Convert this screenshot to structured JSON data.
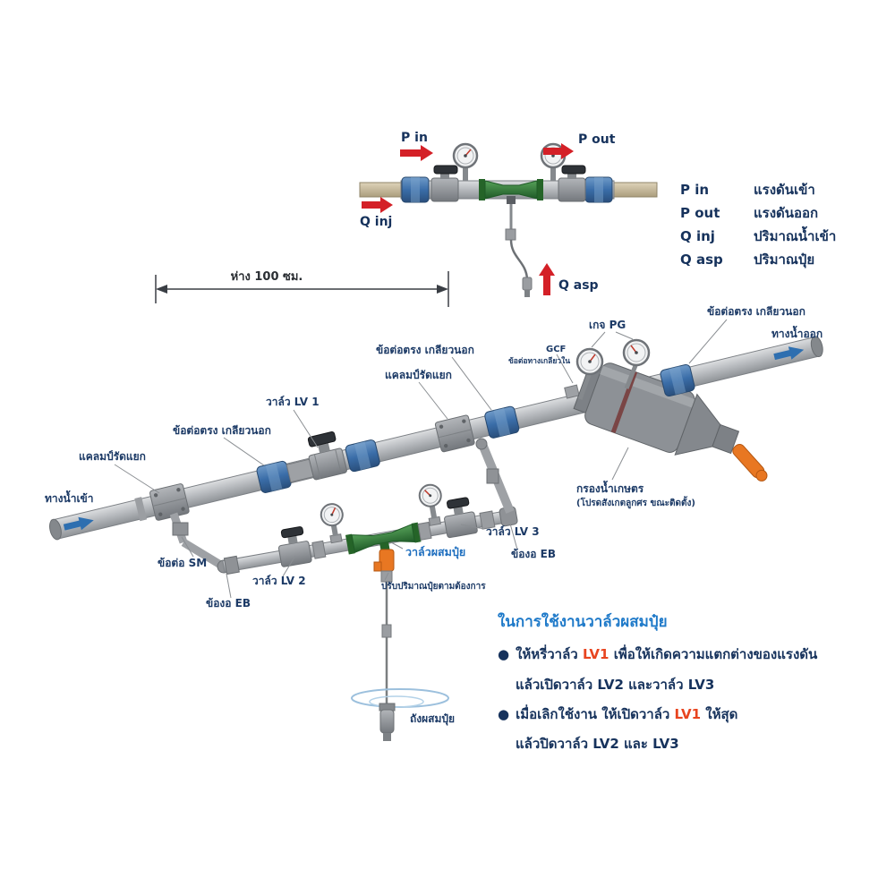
{
  "colors": {
    "navy": "#16325c",
    "label_navy": "#1c3a66",
    "blue_text": "#1f6fbf",
    "heading_blue": "#1f7ac9",
    "red": "#d42027",
    "red_text": "#e8441f",
    "orange": "#e87722",
    "green": "#2f7d36",
    "pipe_gray": "#b4b7bb",
    "fitting_blue": "#3a6da8",
    "flow_arrow_blue": "#2e6fb0"
  },
  "detail": {
    "p_in": "P in",
    "p_out": "P out",
    "q_inj": "Q inj",
    "q_asp": "Q asp"
  },
  "legend": {
    "rows": [
      {
        "sym": "P in",
        "desc": "แรงดันเข้า"
      },
      {
        "sym": "P out",
        "desc": "แรงดันออก"
      },
      {
        "sym": "Q inj",
        "desc": "ปริมาณน้ำเข้า"
      },
      {
        "sym": "Q asp",
        "desc": "ปริมาณปุ๋ย"
      }
    ]
  },
  "dimension": {
    "label": "ห่าง 100 ซม."
  },
  "labels": {
    "water_in": "ทางน้ำเข้า",
    "water_out": "ทางน้ำออก",
    "clamp_left": "แคลมป์รัดแยก",
    "clamp_mid": "แคลมป์รัดแยก",
    "conn_male_1": "ข้อต่อตรง เกลียวนอก",
    "conn_male_2": "ข้อต่อตรง เกลียวนอก",
    "conn_male_3": "ข้อต่อตรง เกลียวนอก",
    "valve_lv1": "วาล์ว LV 1",
    "gauge_pg": "เกจ PG",
    "gcf": "GCF",
    "gcf_sub": "ข้อต่อทางเกลียวใน",
    "filter_line1": "กรองน้ำเกษตร",
    "filter_line2": "(โปรดสังเกตลูกศร ขณะติดตั้ง)",
    "conn_sm": "ข้อต่อ SM",
    "elbow_eb_left": "ข้องอ EB",
    "valve_lv2": "วาล์ว LV 2",
    "mixer_valve": "วาล์วผสมปุ๋ย",
    "adjust": "ปรับปริมาณปุ๋ยตามต้องการ",
    "valve_lv3": "วาล์ว LV 3",
    "elbow_eb_right": "ข้องอ EB",
    "tank": "ถังผสมปุ๋ย"
  },
  "instructions": {
    "heading": "ในการใช้งานวาล์วผสมปุ๋ย",
    "bullet": "●",
    "b1_pre": "ให้หรี่วาล์ว ",
    "b1_red": "LV1",
    "b1_post": " เพื่อให้เกิดความแตกต่างของแรงดัน",
    "b1_line2": "แล้วเปิดวาล์ว LV2 และวาล์ว LV3",
    "b2_pre": "เมื่อเลิกใช้งาน ให้เปิดวาล์ว ",
    "b2_red": "LV1",
    "b2_post": " ให้สุด",
    "b2_line2": "แล้วปิดวาล์ว LV2 และ LV3"
  }
}
